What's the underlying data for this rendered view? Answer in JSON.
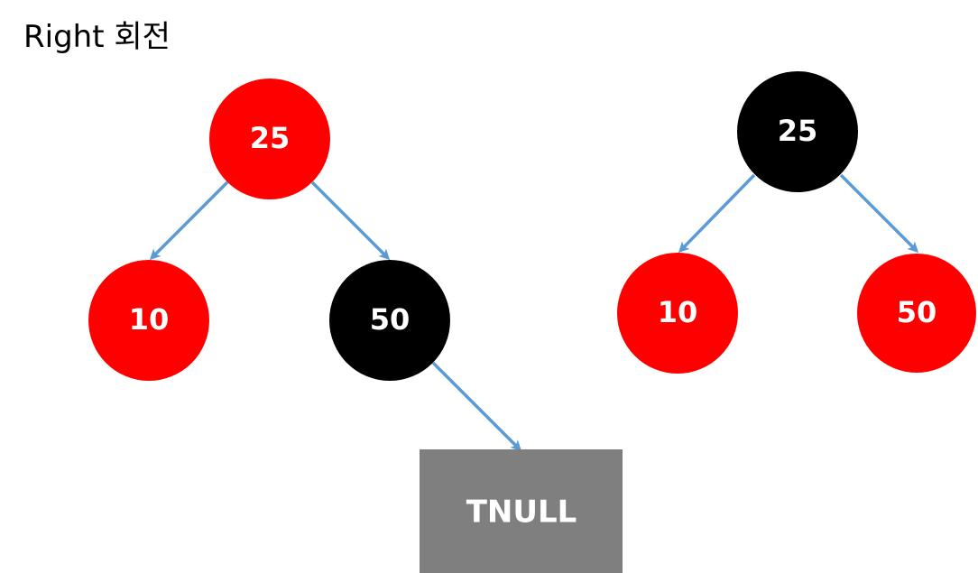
{
  "title": "Right 회전",
  "colors": {
    "red_node": "#FF0000",
    "black_node": "#000000",
    "null_box": "#7F7F7F",
    "edge": "#5B9BD5",
    "label": "#FFFFFF"
  },
  "trees": {
    "left": {
      "root": {
        "label": "25",
        "color": "red"
      },
      "left_child": {
        "label": "10",
        "color": "red"
      },
      "right_child": {
        "label": "50",
        "color": "black"
      },
      "null_leaf": {
        "label": "TNULL"
      }
    },
    "right": {
      "root": {
        "label": "25",
        "color": "black"
      },
      "left_child": {
        "label": "10",
        "color": "red"
      },
      "right_child": {
        "label": "50",
        "color": "red"
      }
    }
  }
}
